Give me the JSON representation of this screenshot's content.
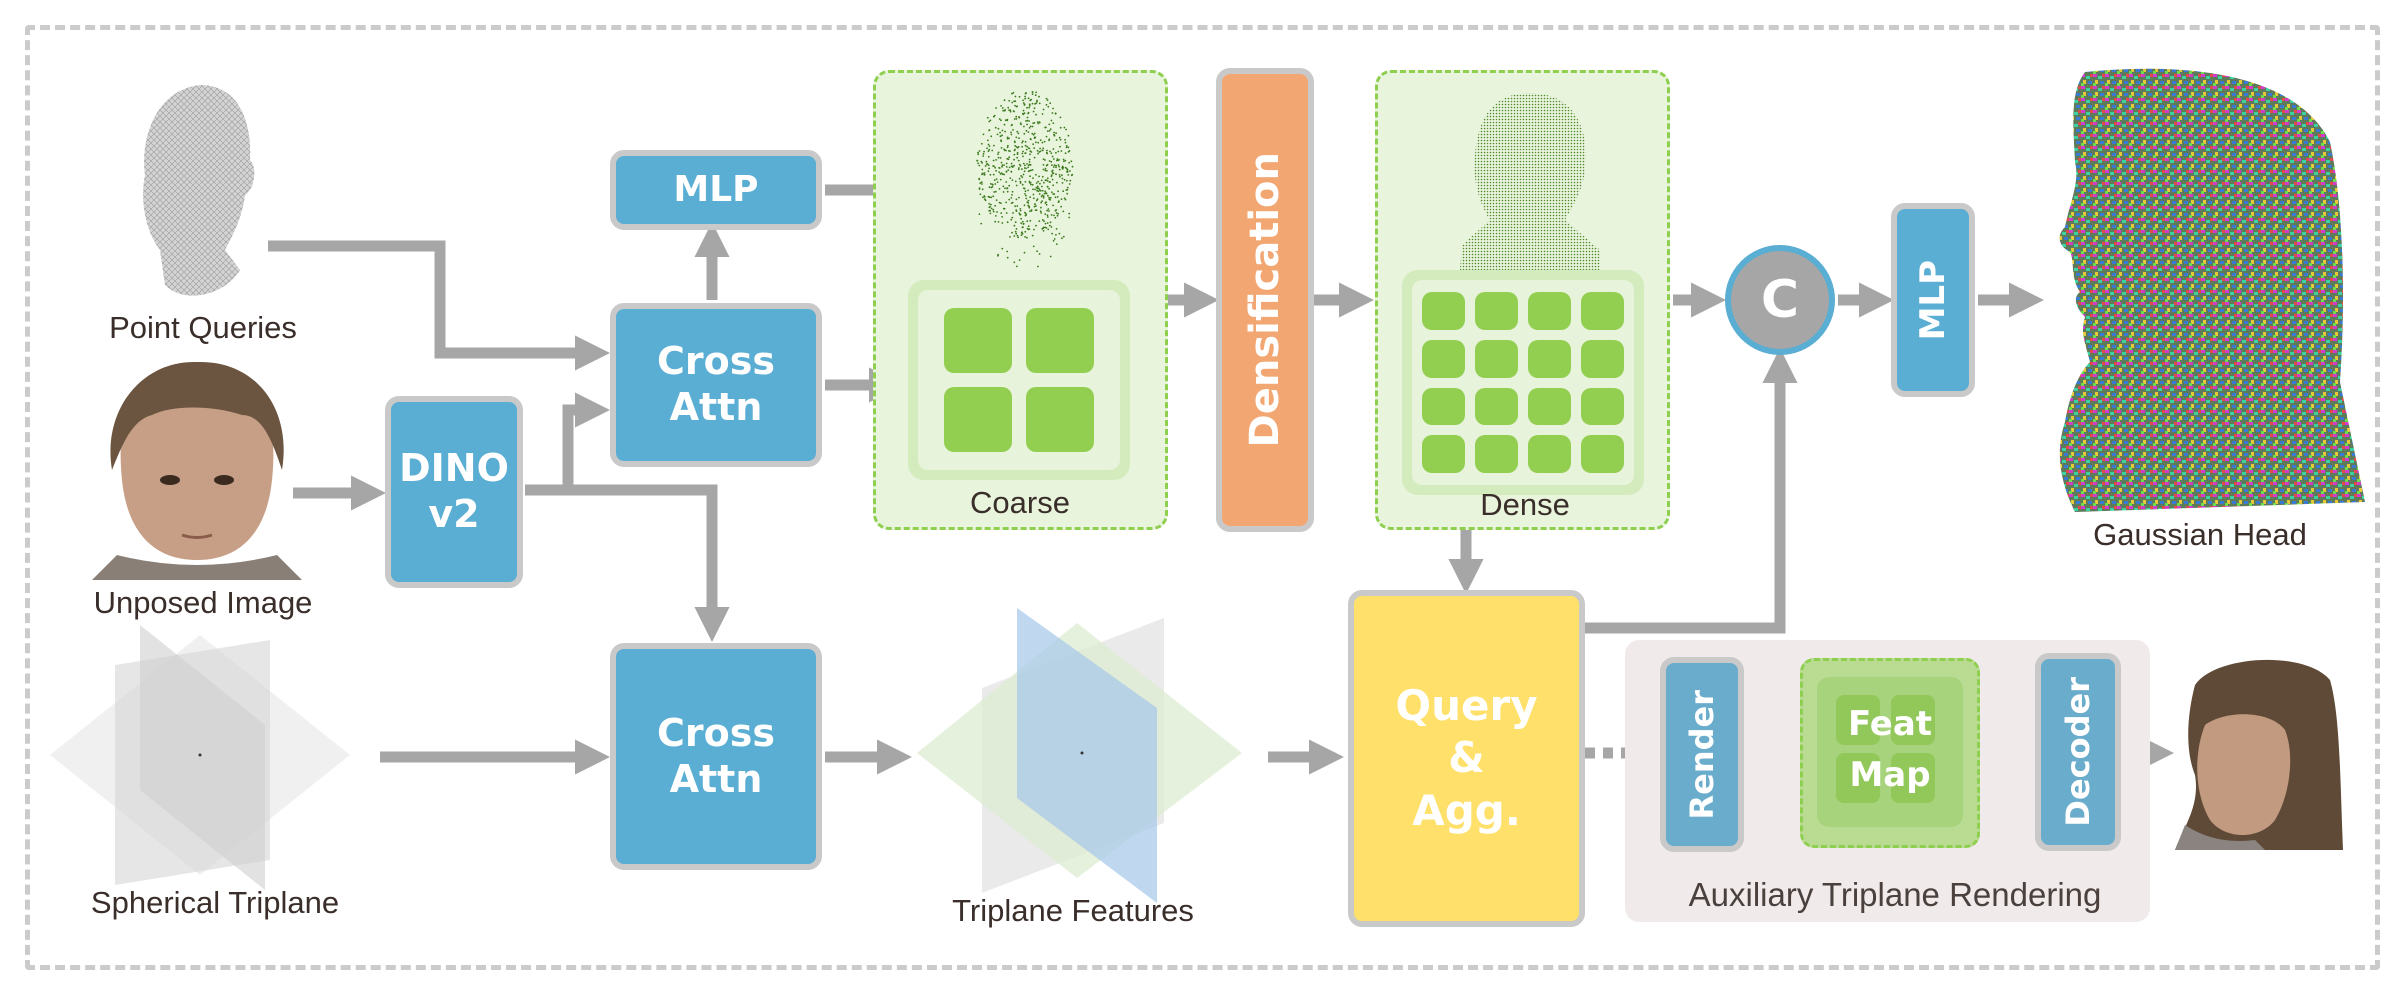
{
  "diagram": {
    "inputs": {
      "point_queries": "Point Queries",
      "unposed_image": "Unposed Image",
      "spherical_triplane": "Spherical Triplane"
    },
    "blocks": {
      "mlp_top": "MLP",
      "cross_attn_top": [
        "Cross",
        "Attn"
      ],
      "dino": [
        "DINO",
        "v2"
      ],
      "cross_attn_bottom": [
        "Cross",
        "Attn"
      ],
      "densification": "Densification",
      "concat": "C",
      "mlp_right": "MLP",
      "query_agg": [
        "Query",
        "&",
        "Agg."
      ],
      "render": "Render",
      "feat_map": [
        "Feat",
        "Map"
      ],
      "decoder": "Decoder"
    },
    "panels": {
      "coarse": "Coarse",
      "dense": "Dense",
      "auxiliary": "Auxiliary Triplane Rendering"
    },
    "outputs": {
      "triplane_features": "Triplane Features",
      "gaussian_head": "Gaussian Head"
    },
    "colors": {
      "block_blue": "#5aadd3",
      "block_border": "#c9c9c9",
      "densification_orange": "#f2a772",
      "query_yellow": "#fee06a",
      "green_cell": "#92cf51",
      "panel_green": "#e8f4dc",
      "arrow_gray": "#a6a6a6",
      "aux_panel": "#f0ebea",
      "render_blue": "#6aaccc"
    },
    "grid": {
      "coarse_cells": 4,
      "dense_cells": 16
    }
  }
}
